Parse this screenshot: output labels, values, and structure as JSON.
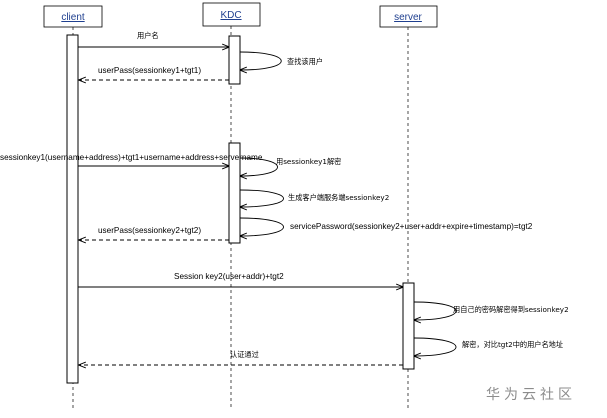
{
  "participants": {
    "client": "client",
    "kdc": "KDC",
    "server": "server"
  },
  "messages": {
    "m1_username": "用户名",
    "m2_lookup_user": "查找该用户",
    "m3_userpass1": "userPass(sessionkey1+tgt1)",
    "m4_request": "sessionkey1(username+address)+tgt1+username+address+servername",
    "m5_decrypt": "用sessionkey1解密",
    "m6_gen_sessionkey2": "生成客户端服务端sessionkey2",
    "m7_service_password": "servicePassword(sessionkey2+user+addr+expire+timestamp)=tgt2",
    "m8_userpass2": "userPass(sessionkey2+tgt2)",
    "m9_session_key2": "Session key2(user+addr)+tgt2",
    "m10_decrypt_own": "用自己的密码解密得到sessionkey2",
    "m11_compare": "解密，对比tgt2中的用户名地址",
    "m12_auth_pass": "认证通过"
  },
  "watermark": "华为云社区",
  "colors": {
    "line": "#000000",
    "box_border": "#000000",
    "box_fill": "#ffffff",
    "participant_text": "#1f3f8f",
    "watermark": "#8c8c8c"
  }
}
